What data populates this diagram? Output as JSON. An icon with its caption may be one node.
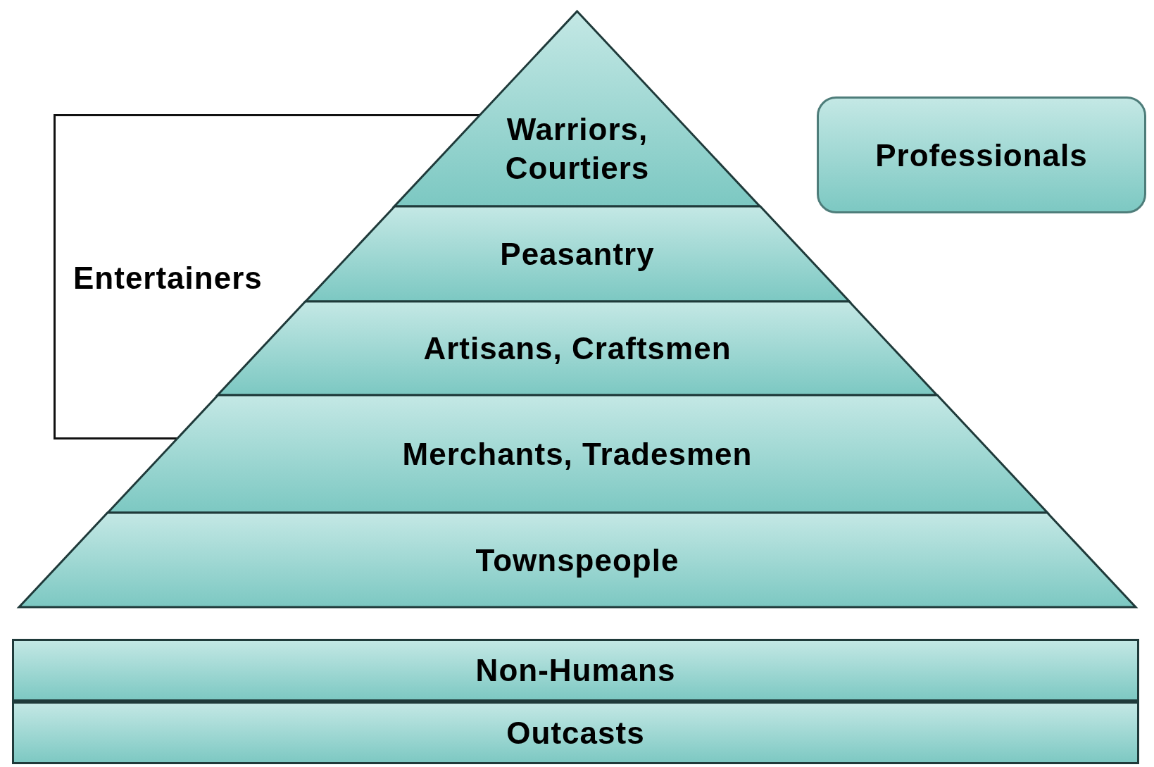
{
  "diagram": {
    "nodes": [
      {
        "text": [
          "Warriors, Courtiers"
        ]
      },
      {
        "text": [
          "Professionals"
        ]
      },
      {
        "text": [
          "Entertainers"
        ]
      },
      {
        "text": [
          "Peasantry"
        ]
      },
      {
        "text": [
          "Artisans, Craftsmen"
        ]
      },
      {
        "text": [
          "Merchants, Tradesmen"
        ]
      },
      {
        "text": [
          "Townspeople"
        ]
      },
      {
        "text": [
          "Non-Humans"
        ]
      },
      {
        "text": [
          "Outcasts"
        ]
      }
    ]
  }
}
